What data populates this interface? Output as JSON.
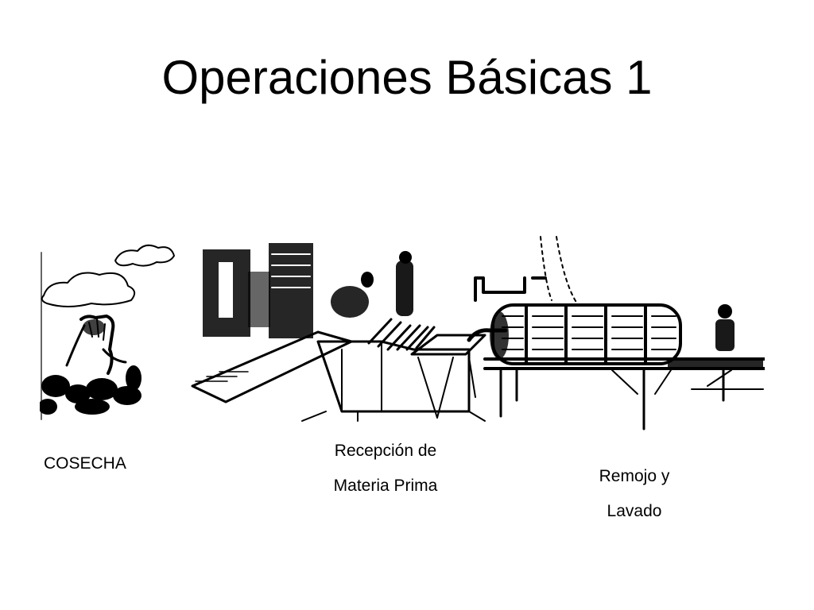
{
  "slide": {
    "title": "Operaciones Básicas 1",
    "illustration": {
      "description_icon": "process-line-drawing",
      "color": "#000000"
    },
    "stages": [
      {
        "lines": [
          "COSECHA"
        ]
      },
      {
        "lines": [
          "Recepción de",
          "Materia Prima"
        ]
      },
      {
        "lines": [
          "Remojo y",
          "Lavado"
        ]
      }
    ]
  }
}
